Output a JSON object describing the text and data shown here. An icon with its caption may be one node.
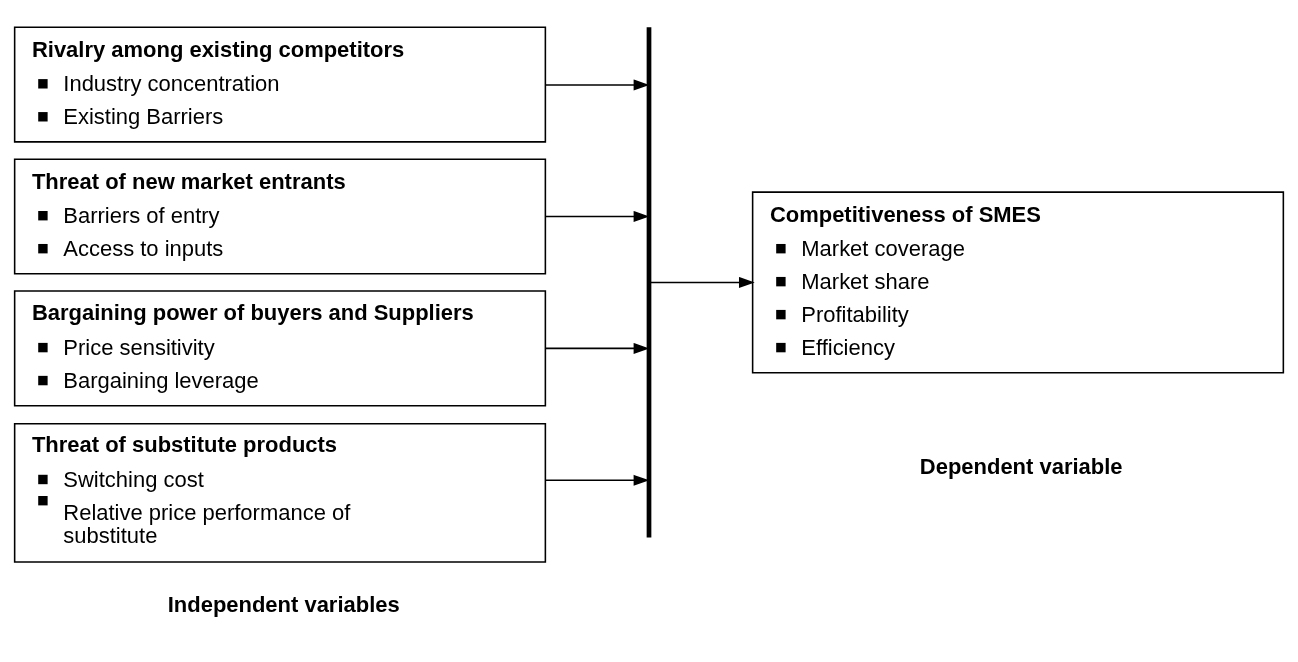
{
  "diagram": {
    "nodes": [
      {
        "text": [
          "Rivalry among existing competitors",
          "Industry concentration",
          "Existing Barriers"
        ]
      },
      {
        "text": [
          "Threat of new market entrants",
          "Barriers of entry",
          "Access to inputs"
        ]
      },
      {
        "text": [
          "Bargaining power of buyers and Suppliers",
          "Price sensitivity",
          "Bargaining leverage"
        ]
      },
      {
        "text": [
          "Threat of substitute products",
          "Switching cost",
          "Relative price performance of substitute"
        ]
      },
      {
        "text": [],
        "shape": "bar"
      },
      {
        "text": [
          "Competitiveness of SMES",
          "Market coverage",
          "Market share",
          "Profitability",
          "Efficiency"
        ]
      }
    ],
    "edges": [
      {
        "from": 0,
        "to": 4,
        "arrow": "to"
      },
      {
        "from": 1,
        "to": 4,
        "arrow": "to"
      },
      {
        "from": 2,
        "to": 4,
        "arrow": "to"
      },
      {
        "from": 3,
        "to": 4,
        "arrow": "to"
      },
      {
        "from": 4,
        "to": 5,
        "arrow": "to"
      }
    ],
    "labels": [
      "Independent variables",
      "Dependent variable"
    ]
  }
}
